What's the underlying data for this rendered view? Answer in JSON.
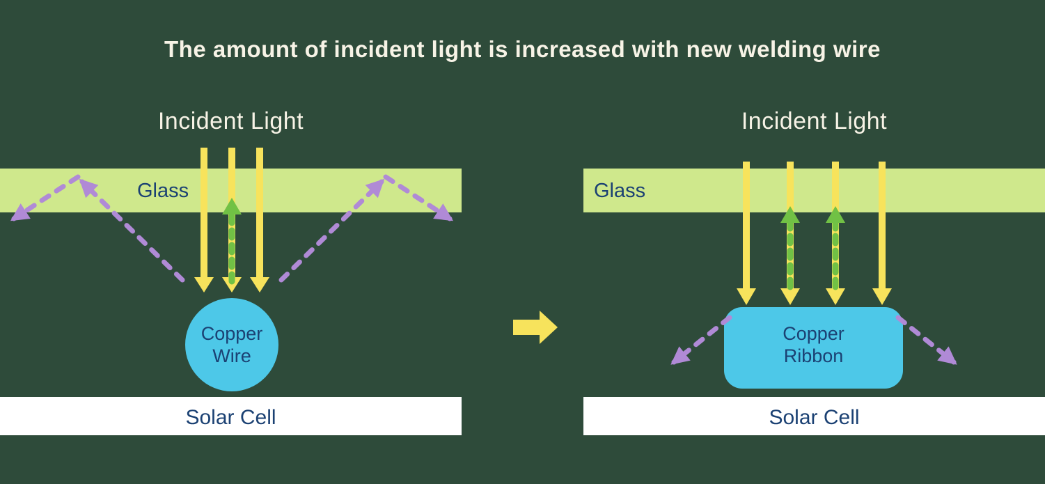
{
  "title": "The amount of incident light is increased with new welding wire",
  "colors": {
    "background": "#2e4b3a",
    "title_text": "#f7f3e6",
    "yellow": "#f7e35c",
    "glass": "#cfe88c",
    "navy": "#1b4173",
    "purple": "#b08ad6",
    "green": "#71c145",
    "cyan": "#4dc8e8",
    "solar_cell": "#ffffff"
  },
  "icons": {
    "transition_arrow": "right-arrow",
    "incident_rays": "down-arrow",
    "reflected_rays": "dashed-purple-arrow",
    "returned_rays": "dashed-green-up-arrow"
  },
  "left_panel": {
    "incident_light_label": "Incident Light",
    "glass_label": "Glass",
    "conductor_line1": "Copper",
    "conductor_line2": "Wire",
    "solar_cell_label": "Solar Cell"
  },
  "right_panel": {
    "incident_light_label": "Incident Light",
    "glass_label": "Glass",
    "conductor_line1": "Copper",
    "conductor_line2": "Ribbon",
    "solar_cell_label": "Solar Cell"
  }
}
